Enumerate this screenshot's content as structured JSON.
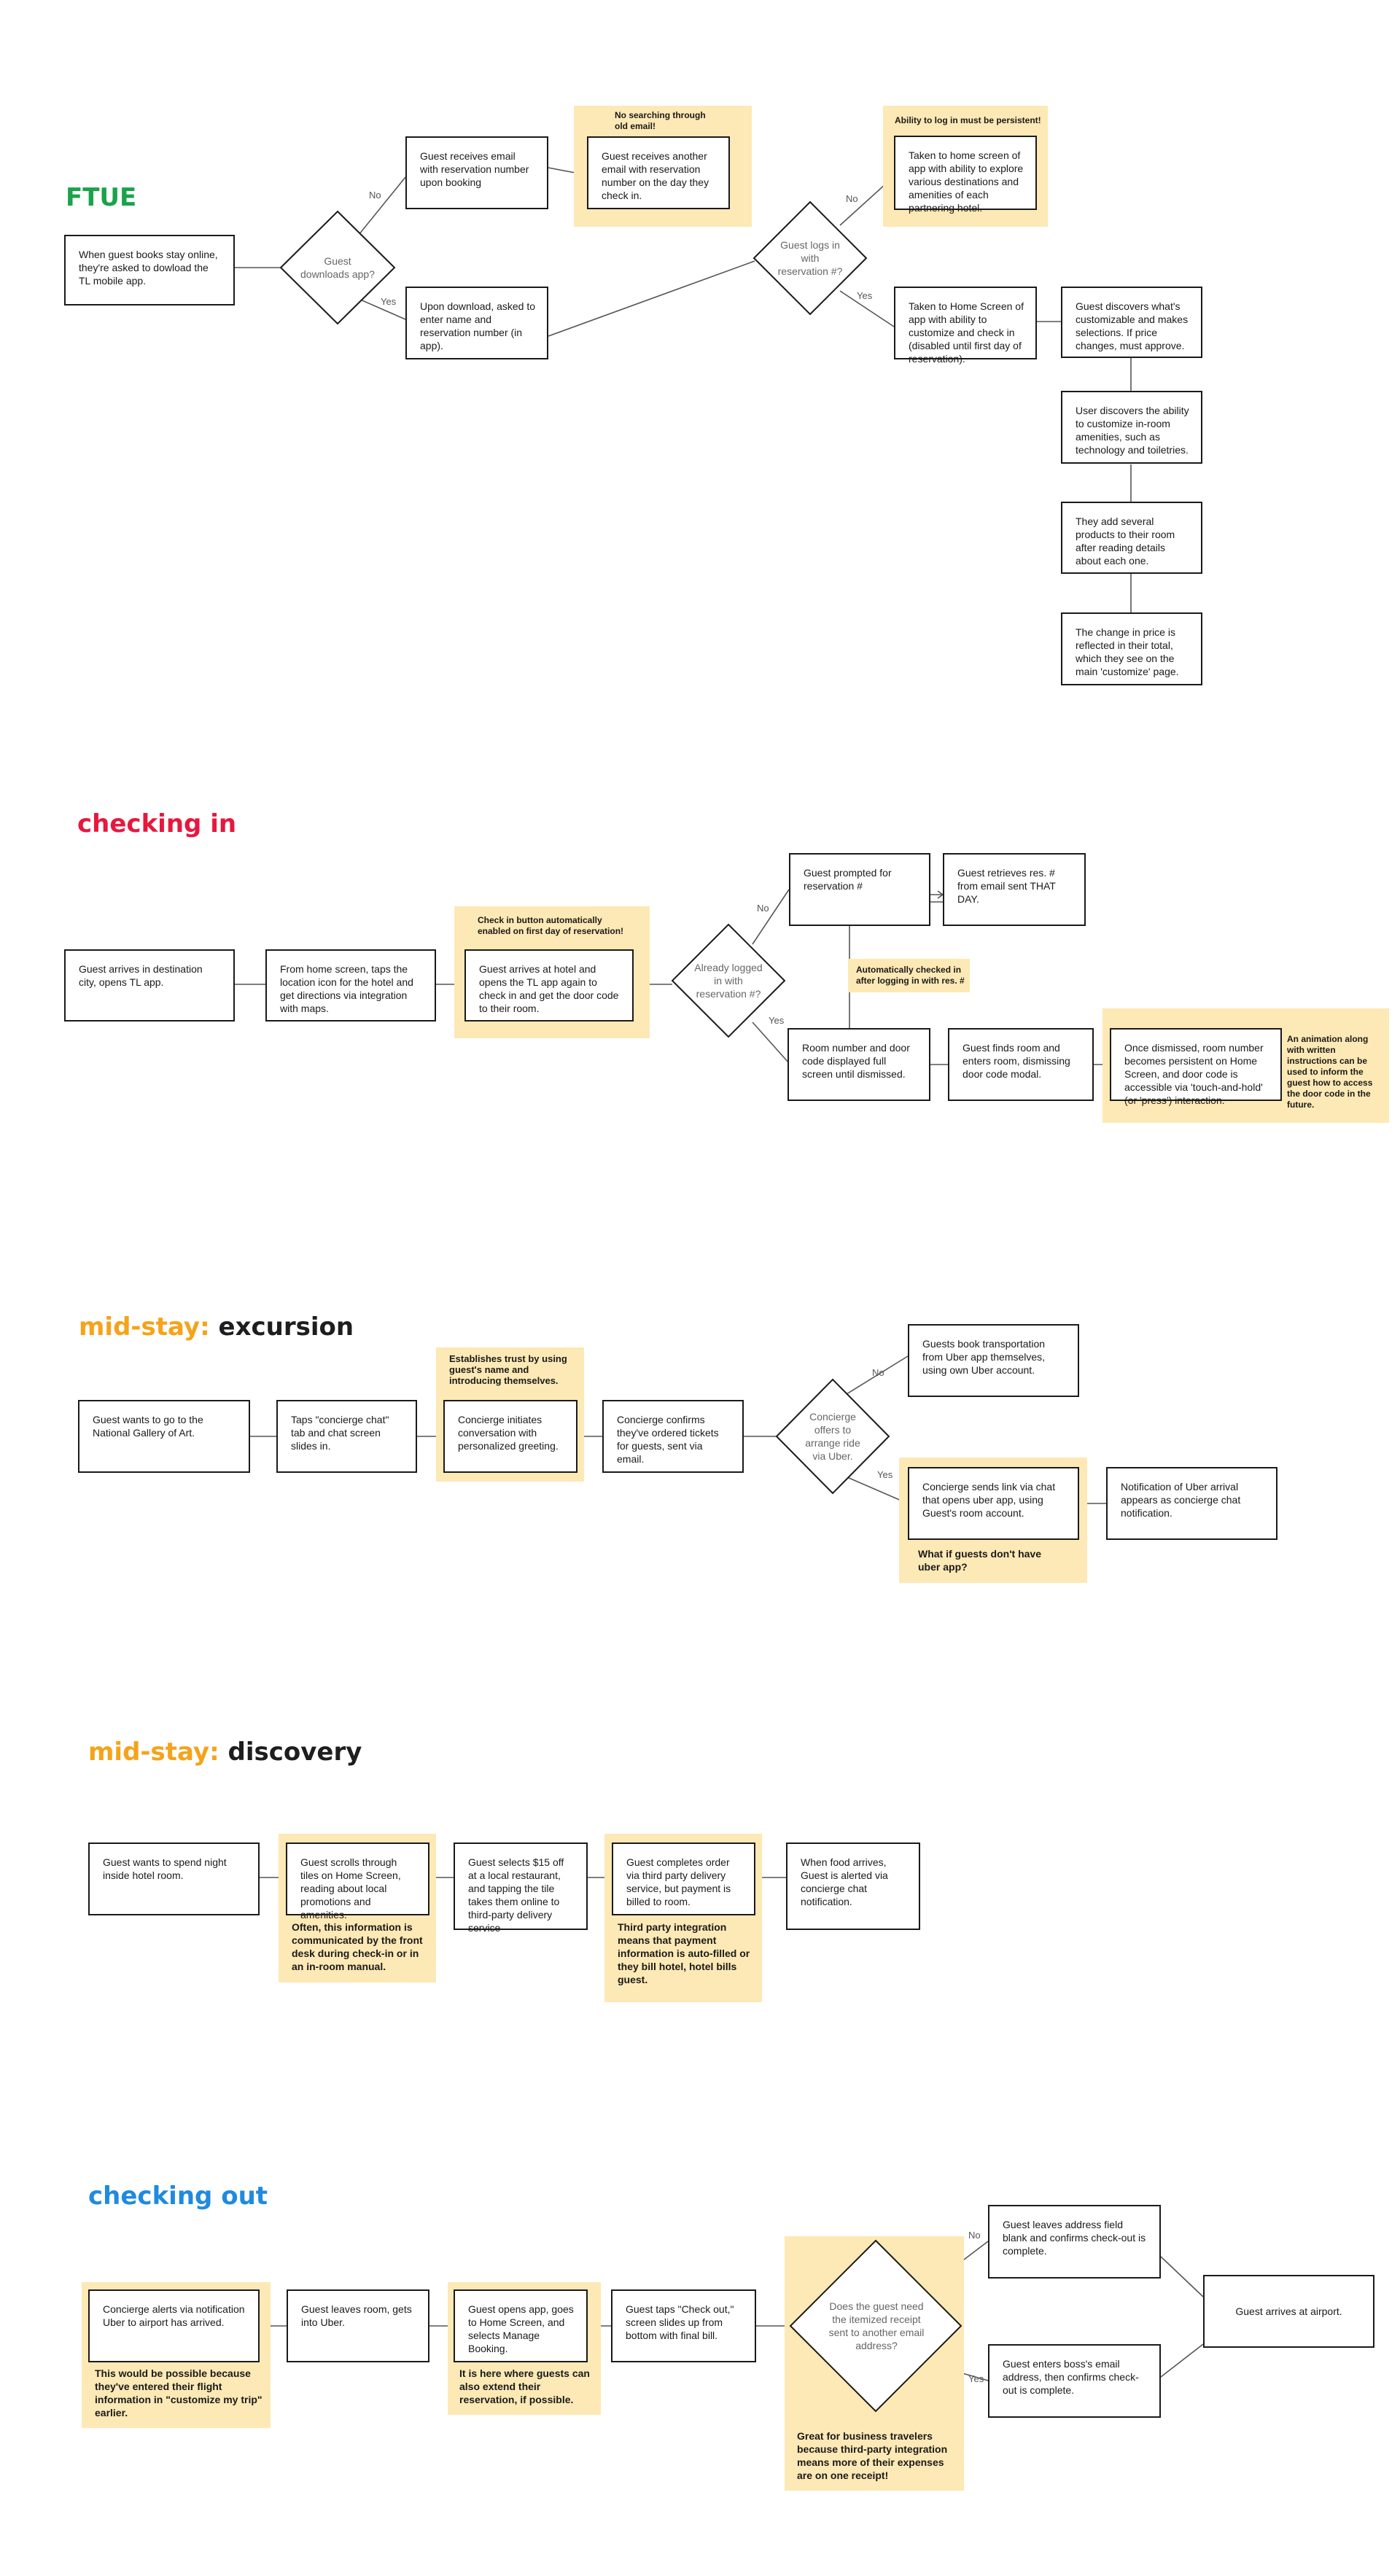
{
  "sections": {
    "ftue": {
      "title": "FTUE",
      "nodes": {
        "start": "When guest books stay online, they're asked to dowload the TL mobile app.",
        "decision_downloads": "Guest downloads app?",
        "email_booking": "Guest receives email with reservation number upon booking",
        "email_checkin_day": "Guest receives another email with reservation number on the day they check in.",
        "download_enter": "Upon download, asked to enter name and reservation number (in app).",
        "decision_login": "Guest logs in with reservation #?",
        "home_explore": "Taken to home screen of app with ability to explore various destinations and amenities of each partnering hotel.",
        "home_customize": "Taken to Home Screen of app with ability to customize and check in (disabled until first day of reservation).",
        "discover_customizable": "Guest discovers what's customizable and makes selections. If price changes, must approve.",
        "discover_amenities": "User discovers the ability to customize in-room amenities, such as technology and toiletries.",
        "add_products": "They add several products to their room after reading details about each one.",
        "price_change": "The change in price is reflected in their total, which they see on the main 'customize' page."
      },
      "notes": {
        "no_search": "No searching through old email!",
        "persistent_login": "Ability to log in must be persistent!"
      },
      "labels": {
        "no1": "No",
        "yes1": "Yes",
        "no2": "No",
        "yes2": "Yes"
      }
    },
    "checking_in": {
      "title": "checking in",
      "nodes": {
        "arrive_city": "Guest arrives in destination city, opens TL app.",
        "tap_location": "From home screen, taps the location icon for the hotel and get directions via integration with maps.",
        "arrive_hotel": "Guest arrives at hotel and opens the TL app again to check in and get the door code to their room.",
        "decision_logged_in": "Already logged in with reservation #?",
        "prompted": "Guest prompted for reservation #",
        "retrieve": "Guest retrieves res. # from email sent THAT DAY.",
        "door_code_modal": "Room number and door code displayed full screen until dismissed.",
        "find_room": "Guest finds room and enters room, dismissing door code modal.",
        "persistent_code": "Once dismissed, room number becomes persistent on Home Screen, and door code is accessible via 'touch-and-hold' (or 'press') interaction."
      },
      "notes": {
        "checkin_button": "Check in button automatically enabled on first day of reservation!",
        "auto_checked": "Automatically checked in after logging in with res. #",
        "animation": "An animation along with written instructions can be used to inform the guest how to access the door code in the future."
      },
      "labels": {
        "no": "No",
        "yes": "Yes"
      }
    },
    "excursion": {
      "title_accent": "mid-stay:",
      "title_rest": "excursion",
      "nodes": {
        "want_gallery": "Guest wants to go to the National Gallery of Art.",
        "tap_chat": "Taps \"concierge chat\" tab and chat screen slides in.",
        "concierge_initiates": "Concierge initiates conversation with personalized greeting.",
        "concierge_confirms": "Concierge confirms they've ordered tickets for guests, sent via email.",
        "decision_ride": "Concierge offers to arrange ride via Uber.",
        "book_own": "Guests book transportation from Uber app themselves, using own Uber account.",
        "send_link": "Concierge sends link via chat that opens uber app, using Guest's room account.",
        "uber_arrival": "Notification of Uber arrival appears as concierge chat notification."
      },
      "notes": {
        "trust": "Establishes trust by using guest's name and introducing themselves.",
        "no_uber": "What if guests don't have uber app?"
      },
      "labels": {
        "no": "No",
        "yes": "Yes"
      }
    },
    "discovery": {
      "title_accent": "mid-stay:",
      "title_rest": "discovery",
      "nodes": {
        "spend_night": "Guest wants to spend night inside hotel room.",
        "scroll_tiles": "Guest scrolls through tiles on Home Screen, reading about local promotions and amenities.",
        "select_offer": "Guest selects $15 off at a local restaurant, and tapping the tile takes them online to third-party delivery service",
        "complete_order": "Guest completes order via third party delivery service, but payment is billed to room.",
        "food_arrives": "When food arrives, Guest is alerted via concierge chat notification."
      },
      "notes": {
        "front_desk": "Often, this information is communicated by the front desk during check-in or in an in-room manual.",
        "third_party": "Third party integration means that payment information is auto-filled or they bill hotel, hotel bills guest."
      }
    },
    "checking_out": {
      "title": "checking out",
      "nodes": {
        "alert_uber": "Concierge alerts via notification Uber to airport has arrived.",
        "leave_room": "Guest leaves room, gets into Uber.",
        "open_app": "Guest opens app, goes to Home Screen, and selects Manage Booking.",
        "tap_checkout": "Guest taps \"Check out,\" screen slides up from bottom with final bill.",
        "decision_receipt": "Does the guest need the itemized receipt sent to another email address?",
        "leave_blank": "Guest leaves address field blank and confirms check-out is complete.",
        "enter_boss": "Guest enters boss's email address, then confirms check-out is complete.",
        "airport": "Guest arrives at airport."
      },
      "notes": {
        "flight_info": "This would be possible because they've entered their flight information in \"customize my trip\" earlier.",
        "extend": "It is here where guests can also extend their reservation, if possible.",
        "business": "Great for business travelers because third-party integration means more of their expenses are on one receipt!"
      },
      "labels": {
        "no": "No",
        "yes": "Yes"
      }
    }
  },
  "colors": {
    "ftue": "#1aa34a",
    "checking_in": "#e8173d",
    "mid_stay": "#f5a31a",
    "checking_out": "#1f8ae0",
    "highlight": "#fde9b5",
    "stroke": "#1a1a1a",
    "connector": "#555555"
  }
}
